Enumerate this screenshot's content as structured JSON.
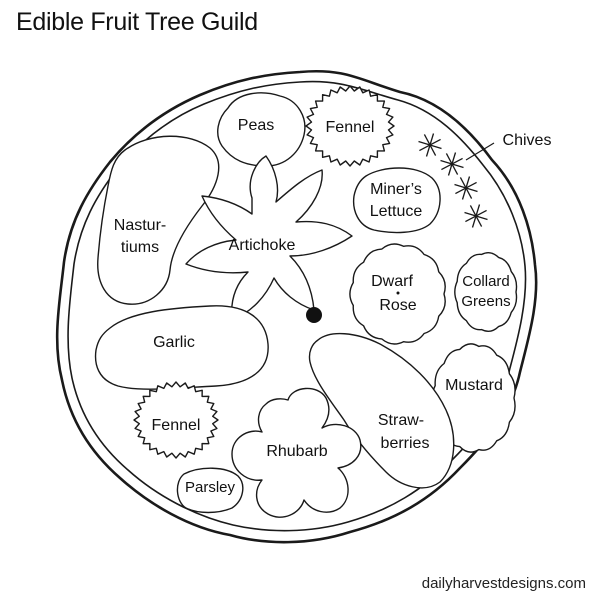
{
  "title": "Edible Fruit Tree Guild",
  "credit": "dailyharvestdesigns.com",
  "plants": {
    "peas": "Peas",
    "fennel_top": "Fennel",
    "chives": "Chives",
    "miners_lettuce": [
      "Miner’s",
      "Lettuce"
    ],
    "nasturtiums": [
      "Nastur-",
      "tiums"
    ],
    "artichoke": "Artichoke",
    "dwarf_rose": [
      "Dwarf",
      "Rose"
    ],
    "collard_greens": [
      "Collard",
      "Greens"
    ],
    "garlic": "Garlic",
    "mustard": "Mustard",
    "fennel_bottom": "Fennel",
    "strawberries": [
      "Straw-",
      "berries"
    ],
    "rhubarb": "Rhubarb",
    "parsley": "Parsley"
  }
}
